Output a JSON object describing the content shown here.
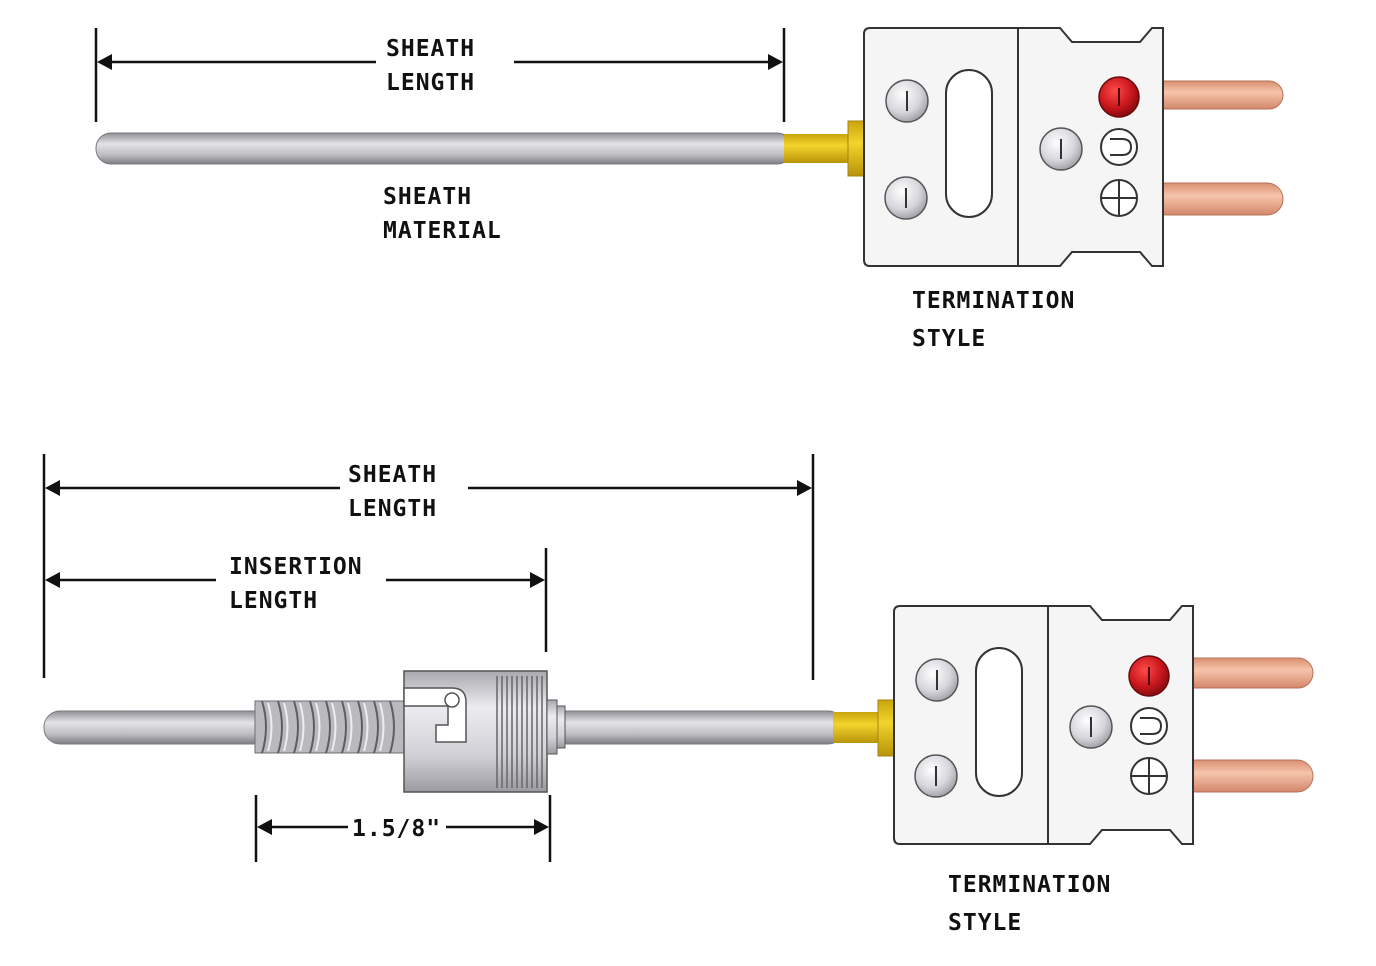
{
  "top_diagram": {
    "sheath_length_line1": "SHEATH",
    "sheath_length_line2": "LENGTH",
    "sheath_material_line1": "SHEATH",
    "sheath_material_line2": "MATERIAL",
    "termination_line1": "TERMINATION",
    "termination_line2": "STYLE"
  },
  "bottom_diagram": {
    "sheath_length_line1": "SHEATH",
    "sheath_length_line2": "LENGTH",
    "insertion_length_line1": "INSERTION",
    "insertion_length_line2": "LENGTH",
    "spring_dimension": "1.5/8\"",
    "termination_line1": "TERMINATION",
    "termination_line2": "STYLE"
  },
  "colors": {
    "sheath": "#c4c4c8",
    "transition": "#e6c21a",
    "connector_body": "#f4f4f4",
    "pin": "#e8a889",
    "red_screw": "#c0161c",
    "screw": "#d4d4d8"
  }
}
